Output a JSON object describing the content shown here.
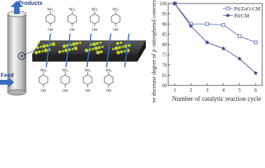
{
  "schematic": {
    "products_label": "Products",
    "feed_label": "Feed",
    "top_molecules": [
      {
        "substituent": "NO₂",
        "hydroxyl": "OH"
      },
      {
        "substituent": "NO₂",
        "hydroxyl": "OH"
      },
      {
        "substituent": "NO₂",
        "hydroxyl": "OH"
      },
      {
        "substituent": "NO₂",
        "hydroxyl": "OH"
      }
    ],
    "bottom_molecules": [
      {
        "substituent": "NH₂",
        "hydroxyl": "OH"
      },
      {
        "substituent": "NH₂",
        "hydroxyl": "OH"
      },
      {
        "substituent": "NH₂",
        "hydroxyl": "OH"
      },
      {
        "substituent": "NH₂",
        "hydroxyl": "OH"
      }
    ],
    "colors": {
      "arrow": "#3a6fc0",
      "particles": "#b5d632",
      "membrane": "#3c3c3c"
    }
  },
  "chart_data": {
    "type": "line",
    "title": "",
    "xlabel": "Number of catalytic reaction cycle",
    "ylabel": "Relative decrease degree of p-nitrophenol conversion (%)",
    "x": [
      1,
      2,
      3,
      4,
      5,
      6
    ],
    "xlim": [
      0.6,
      6.4
    ],
    "ylim": [
      60,
      100
    ],
    "yticks": [
      60,
      65,
      70,
      75,
      80,
      85,
      90,
      95,
      100
    ],
    "grid": false,
    "legend_position": "top-right",
    "series": [
      {
        "name": "Pd/ZnO-CM",
        "marker": "open-square",
        "color": "#5470b8",
        "values": [
          100,
          90,
          90,
          89.5,
          84,
          81
        ]
      },
      {
        "name": "Pd/CM",
        "marker": "star",
        "color": "#3b4a8c",
        "values": [
          100,
          89,
          81,
          78,
          73,
          66
        ]
      }
    ]
  }
}
